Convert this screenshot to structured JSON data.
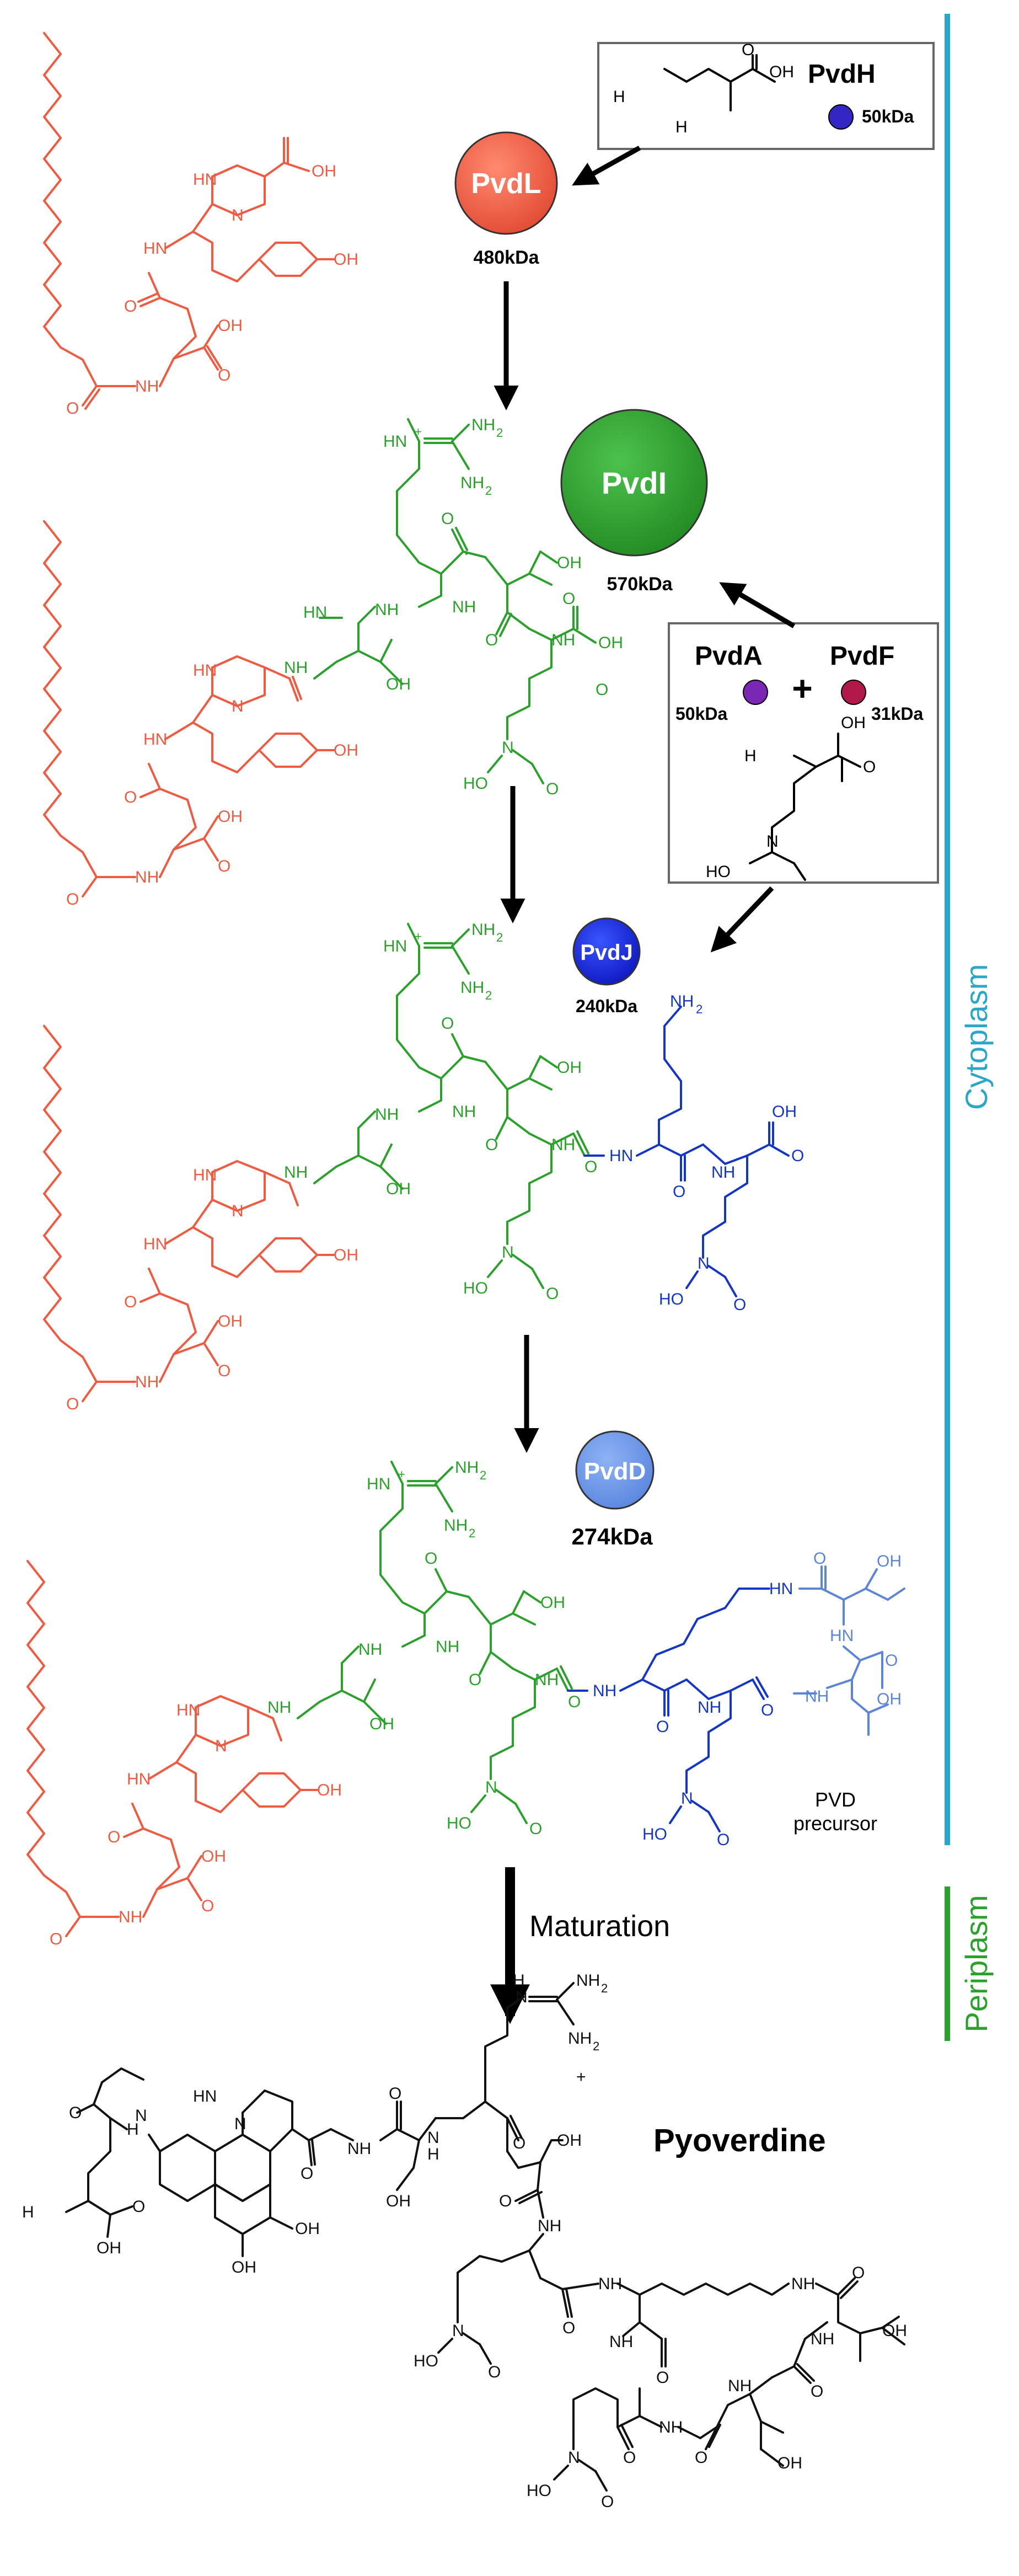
{
  "colors": {
    "lipid_residue": "#ef5a40",
    "peptide_green": "#2aa12a",
    "lysine_blue": "#1436c8",
    "threonine_lightblue": "#5b85d6",
    "product_black": "#111111",
    "cytoplasm_line": "#2aa7c8",
    "periplasm_line": "#2aa12a",
    "pvdL_node": "#f05a44",
    "pvdI_node": "#2f9e2f",
    "pvdJ_node": "#1420e0",
    "pvdD_node": "#6a96ea",
    "pvdH_dot": "#3326c4",
    "pvdA_dot": "#7a27b5",
    "pvdF_dot": "#b3184a"
  },
  "enzymes": {
    "pvdL": {
      "name": "PvdL",
      "size": "480kDa"
    },
    "pvdI": {
      "name": "PvdI",
      "size": "570kDa"
    },
    "pvdJ": {
      "name": "PvdJ",
      "size": "240kDa"
    },
    "pvdD": {
      "name": "PvdD",
      "size": "274kDa"
    }
  },
  "supply_boxes": {
    "pvdH": {
      "name": "PvdH",
      "size": "50kDa"
    },
    "pvdA": {
      "name": "PvdA",
      "size": "50kDa"
    },
    "plus": "+",
    "pvdF": {
      "name": "PvdF",
      "size": "31kDa"
    }
  },
  "compartments": {
    "cytoplasm": "Cytoplasm",
    "periplasm": "Periplasm"
  },
  "step_labels": {
    "maturation": "Maturation",
    "pvd_precursor_line1": "PVD",
    "pvd_precursor_line2": "precursor"
  },
  "product": {
    "name": "Pyoverdine",
    "charge": "+"
  },
  "atom_labels": {
    "oh": "OH",
    "ho": "HO",
    "nh": "NH",
    "hn": "HN",
    "n": "N",
    "o": "O",
    "h": "H",
    "nh2": "NH",
    "h2n": "H",
    "sub2": "2",
    "plus": "+"
  },
  "icons": [
    "arrow-down-icon",
    "arrow-diagonal-icon",
    "enzyme-circle-icon",
    "protein-dot-icon"
  ]
}
